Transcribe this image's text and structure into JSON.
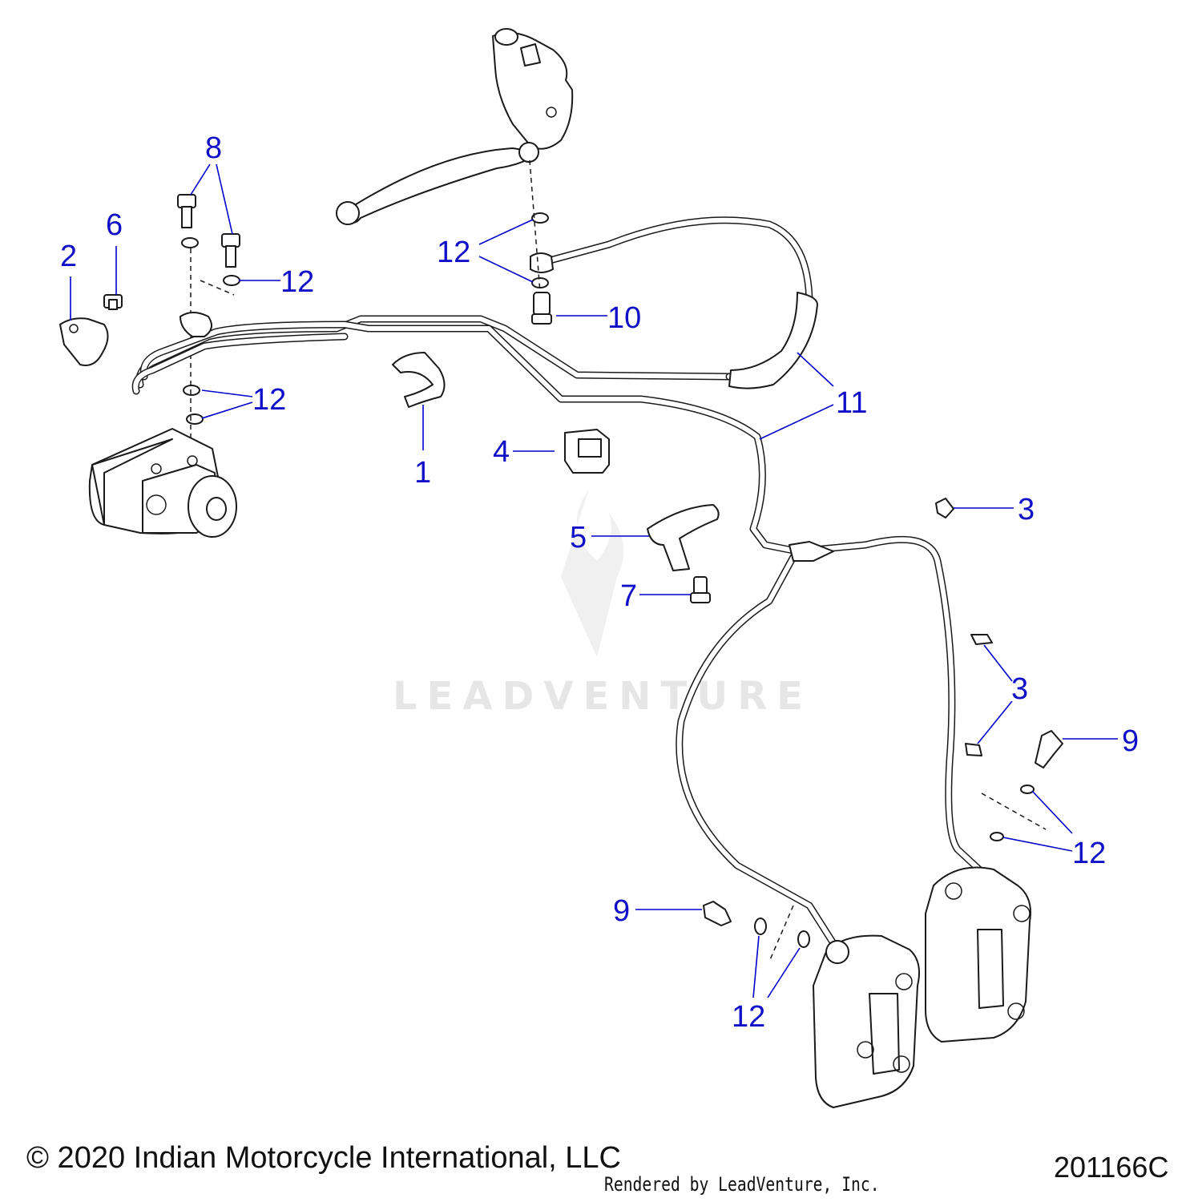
{
  "watermark": {
    "text": "LEADVENTURE"
  },
  "callouts": [
    {
      "id": "c1",
      "label": "1"
    },
    {
      "id": "c2",
      "label": "2"
    },
    {
      "id": "c3a",
      "label": "3"
    },
    {
      "id": "c3b",
      "label": "3"
    },
    {
      "id": "c4",
      "label": "4"
    },
    {
      "id": "c5",
      "label": "5"
    },
    {
      "id": "c6",
      "label": "6"
    },
    {
      "id": "c7",
      "label": "7"
    },
    {
      "id": "c8",
      "label": "8"
    },
    {
      "id": "c9a",
      "label": "9"
    },
    {
      "id": "c9b",
      "label": "9"
    },
    {
      "id": "c10",
      "label": "10"
    },
    {
      "id": "c11",
      "label": "11"
    },
    {
      "id": "c12a",
      "label": "12"
    },
    {
      "id": "c12b",
      "label": "12"
    },
    {
      "id": "c12c",
      "label": "12"
    },
    {
      "id": "c12d",
      "label": "12"
    },
    {
      "id": "c12e",
      "label": "12"
    }
  ],
  "footer": {
    "copyright": "© 2020 Indian Motorcycle International, LLC",
    "rendered_by": "Rendered by LeadVenture, Inc.",
    "diagram_id": "201166C"
  },
  "colors": {
    "callout": "#1010c8",
    "leader": "#0000cc",
    "line": "#1a1a1a"
  }
}
